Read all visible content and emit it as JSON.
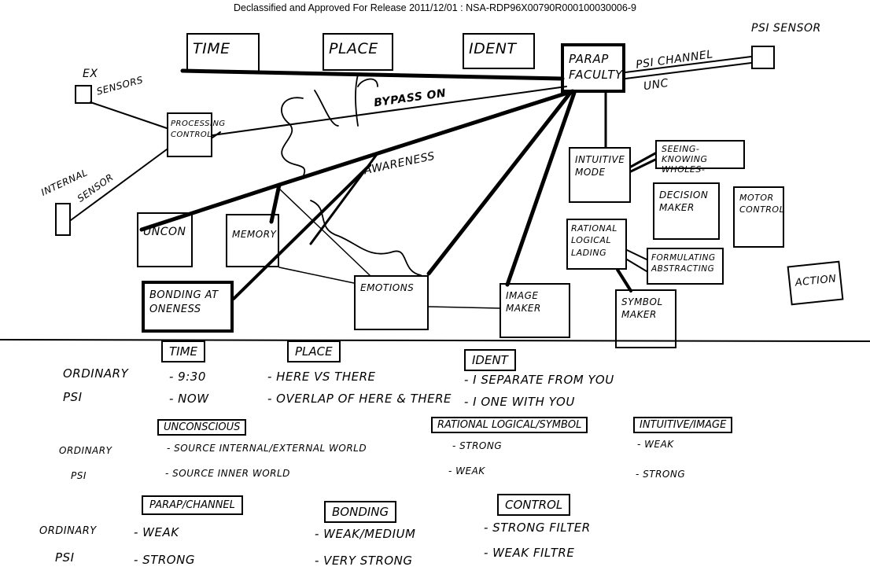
{
  "header": "Declassified and Approved For Release 2011/12/01 : NSA-RDP96X00790R000100030006-9",
  "diagram": {
    "boxes": {
      "time": "Time",
      "place": "Place",
      "ident": "Ident",
      "parap_faculty": "Parap Faculty",
      "processing_control": "Processing Control",
      "uncon": "Uncon",
      "memory": "Memory",
      "bonding": "Bonding at oneness",
      "emotions": "Emotions",
      "image_maker": "Image Maker",
      "intuitive_mode": "Intuitive Mode",
      "seeing_knowing": "Seeing-Knowing Wholes-",
      "decision_maker": "Decision Maker",
      "motor_control": "Motor Control",
      "rational_logical": "Rational Logical Lading",
      "formulating": "Formulating Abstracting",
      "symbol_maker": "Symbol Maker",
      "action": "Action"
    },
    "labels": {
      "psi_sensor": "PSI Sensor",
      "ex": "EX",
      "sensors": "Sensors",
      "internal": "Internal",
      "sensor": "Sensor",
      "psi_channel": "PSI Channel",
      "unc": "UNC",
      "bypass_on": "Bypass On",
      "awareness": "Awareness"
    }
  },
  "table": {
    "group1": {
      "headers": [
        "Time",
        "Place",
        "Ident"
      ],
      "rows": [
        {
          "label": "Ordinary",
          "cells": [
            "- 9:30",
            "- Here vs There",
            "- I separate from you"
          ]
        },
        {
          "label": "PSI",
          "cells": [
            "- Now",
            "- overlap of Here & There",
            "- I one with you"
          ]
        }
      ]
    },
    "group2": {
      "headers": [
        "Unconscious",
        "Rational logical/symbol",
        "Intuitive/image"
      ],
      "rows": [
        {
          "label": "Ordinary",
          "cells": [
            "- source internal/external world",
            "- strong",
            "- weak"
          ]
        },
        {
          "label": "PSI",
          "cells": [
            "- source inner world",
            "- weak",
            "- strong"
          ]
        }
      ]
    },
    "group3": {
      "headers": [
        "Parap/channel",
        "Bonding",
        "Control"
      ],
      "rows": [
        {
          "label": "Ordinary",
          "cells": [
            "- weak",
            "- weak/medium",
            "- strong filter"
          ]
        },
        {
          "label": "PSI",
          "cells": [
            "- strong",
            "- very strong",
            "- weak filtre"
          ]
        }
      ]
    }
  }
}
